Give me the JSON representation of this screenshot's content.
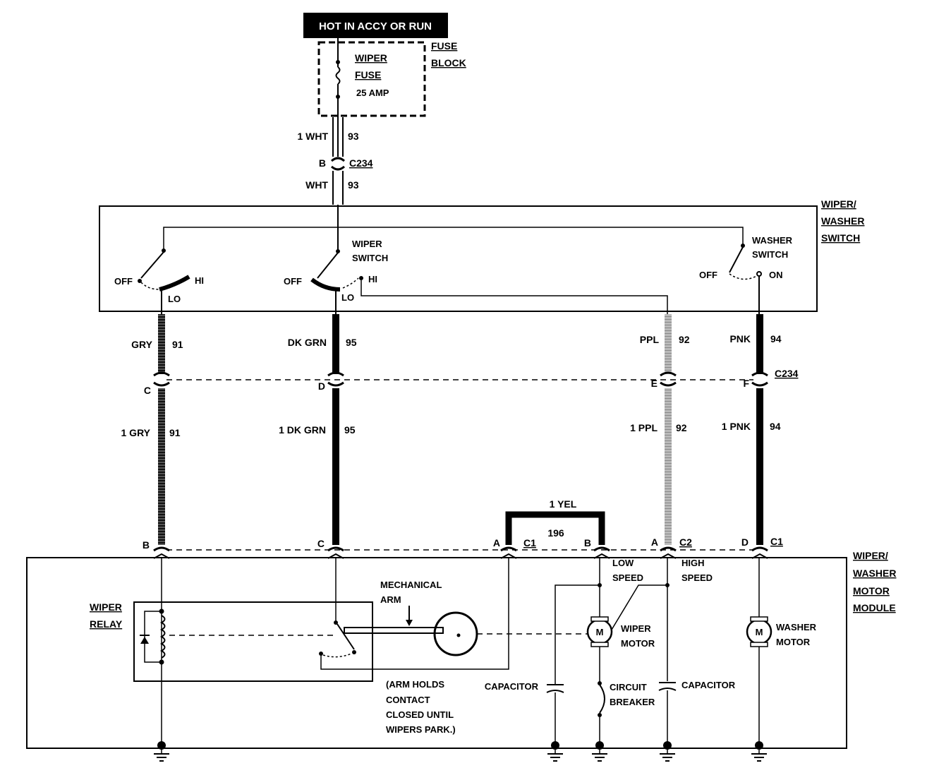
{
  "header": {
    "power_label": "HOT IN ACCY OR RUN"
  },
  "fuse_block": {
    "label_line1": "FUSE",
    "label_line2": "BLOCK",
    "fuse_line1": "WIPER",
    "fuse_line2": "FUSE",
    "fuse_rating": "25 AMP"
  },
  "feed": {
    "upper_wire": "1 WHT",
    "upper_circuit": "93",
    "pin": "B",
    "connector": "C234",
    "lower_wire": "WHT",
    "lower_circuit": "93"
  },
  "switch_module": {
    "label_line1": "WIPER/",
    "label_line2": "WASHER",
    "label_line3": "SWITCH",
    "left_off": "OFF",
    "left_hi": "HI",
    "left_lo": "LO",
    "wiper_line1": "WIPER",
    "wiper_line2": "SWITCH",
    "mid_off": "OFF",
    "mid_hi": "HI",
    "mid_lo": "LO",
    "washer_line1": "WASHER",
    "washer_line2": "SWITCH",
    "washer_off": "OFF",
    "washer_on": "ON"
  },
  "wires_upper": [
    {
      "color": "GRY",
      "circuit": "91",
      "pin": "C"
    },
    {
      "color": "DK GRN",
      "circuit": "95",
      "pin": "D"
    },
    {
      "color": "PPL",
      "circuit": "92",
      "pin": "E"
    },
    {
      "color": "PNK",
      "circuit": "94",
      "pin": "F"
    }
  ],
  "upper_connector": "C234",
  "wires_lower": [
    {
      "color": "1 GRY",
      "circuit": "91"
    },
    {
      "color": "1 DK GRN",
      "circuit": "95"
    },
    {
      "color": "1 PPL",
      "circuit": "92"
    },
    {
      "color": "1 PNK",
      "circuit": "94"
    }
  ],
  "jumper": {
    "wire": "1 YEL",
    "circuit": "196"
  },
  "module_pins": {
    "gry": "B",
    "dkgrn": "C",
    "c1a": "A",
    "c1a_conn": "C1",
    "c1b": "B",
    "c2a": "A",
    "c2a_conn": "C2",
    "pnk": "D",
    "pnk_conn": "C1"
  },
  "motor_module": {
    "label_line1": "WIPER/",
    "label_line2": "WASHER",
    "label_line3": "MOTOR",
    "label_line4": "MODULE",
    "relay_line1": "WIPER",
    "relay_line2": "RELAY",
    "arm_line1": "MECHANICAL",
    "arm_line2": "ARM",
    "note_line1": "(ARM HOLDS",
    "note_line2": "CONTACT",
    "note_line3": "CLOSED UNTIL",
    "note_line4": "WIPERS PARK.)",
    "low_line1": "LOW",
    "low_line2": "SPEED",
    "high_line1": "HIGH",
    "high_line2": "SPEED",
    "wiper_motor_line1": "WIPER",
    "wiper_motor_line2": "MOTOR",
    "washer_motor_line1": "WASHER",
    "washer_motor_line2": "MOTOR",
    "motor_symbol": "M",
    "capacitor_left": "CAPACITOR",
    "capacitor_right": "CAPACITOR",
    "breaker_line1": "CIRCUIT",
    "breaker_line2": "BREAKER"
  }
}
